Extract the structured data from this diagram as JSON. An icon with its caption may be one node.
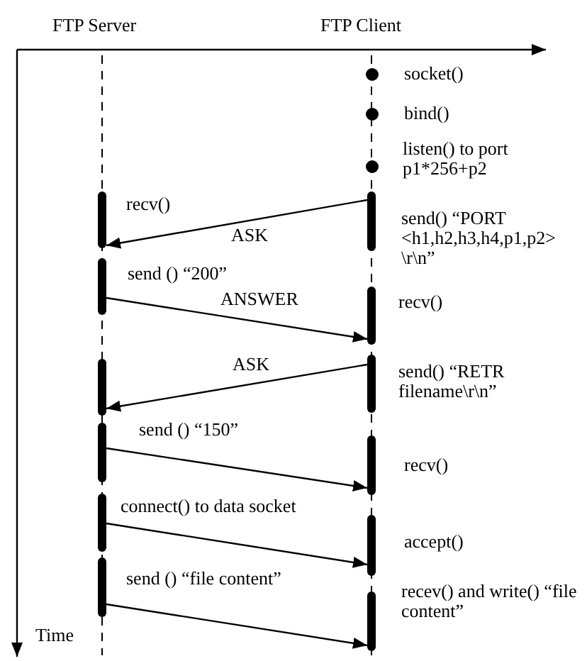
{
  "diagram": {
    "nodes": [
      {
        "text": [],
        "shape": "circle",
        "beside": [
          "socket()"
        ]
      },
      {
        "text": [],
        "shape": "circle",
        "beside": [
          "bind()"
        ]
      },
      {
        "text": [],
        "shape": "circle",
        "beside": [
          "listen() to port p1*256+p2"
        ]
      },
      {
        "text": [],
        "shape": "bar",
        "beside": [
          "recv()"
        ]
      },
      {
        "text": [],
        "shape": "bar",
        "beside": [
          "send() “PORT <h1,h2,h3,h4,p1,p2> \\r\\n”"
        ]
      },
      {
        "text": [],
        "shape": "bar",
        "beside": [
          "send () “200”"
        ]
      },
      {
        "text": [],
        "shape": "bar",
        "beside": [
          "recv()"
        ]
      },
      {
        "text": [],
        "shape": "bar",
        "beside": [
          "send() “RETR filename\\r\\n”"
        ]
      },
      {
        "text": [],
        "shape": "bar"
      },
      {
        "text": [],
        "shape": "bar",
        "beside": [
          "send () “150”"
        ]
      },
      {
        "text": [],
        "shape": "bar",
        "beside": [
          "recv()"
        ]
      },
      {
        "text": [],
        "shape": "bar",
        "beside": [
          "connect() to data socket"
        ]
      },
      {
        "text": [],
        "shape": "bar",
        "beside": [
          "accept()"
        ]
      },
      {
        "text": [],
        "shape": "bar",
        "beside": [
          "send () “file content”"
        ]
      },
      {
        "text": [],
        "shape": "bar",
        "beside": [
          "recev() and write() “file content”"
        ]
      }
    ],
    "edges": [
      {
        "from": 4,
        "to": 3,
        "arrow": "to",
        "label": "ASK"
      },
      {
        "from": 5,
        "to": 6,
        "arrow": "to",
        "label": "ANSWER"
      },
      {
        "from": 7,
        "to": 8,
        "arrow": "to",
        "label": "ASK"
      },
      {
        "from": 9,
        "to": 10,
        "arrow": "to"
      },
      {
        "from": 11,
        "to": 12,
        "arrow": "to"
      },
      {
        "from": 13,
        "to": 14,
        "arrow": "to"
      }
    ],
    "labels": [
      "FTP Server",
      "FTP Client",
      "Time"
    ]
  }
}
